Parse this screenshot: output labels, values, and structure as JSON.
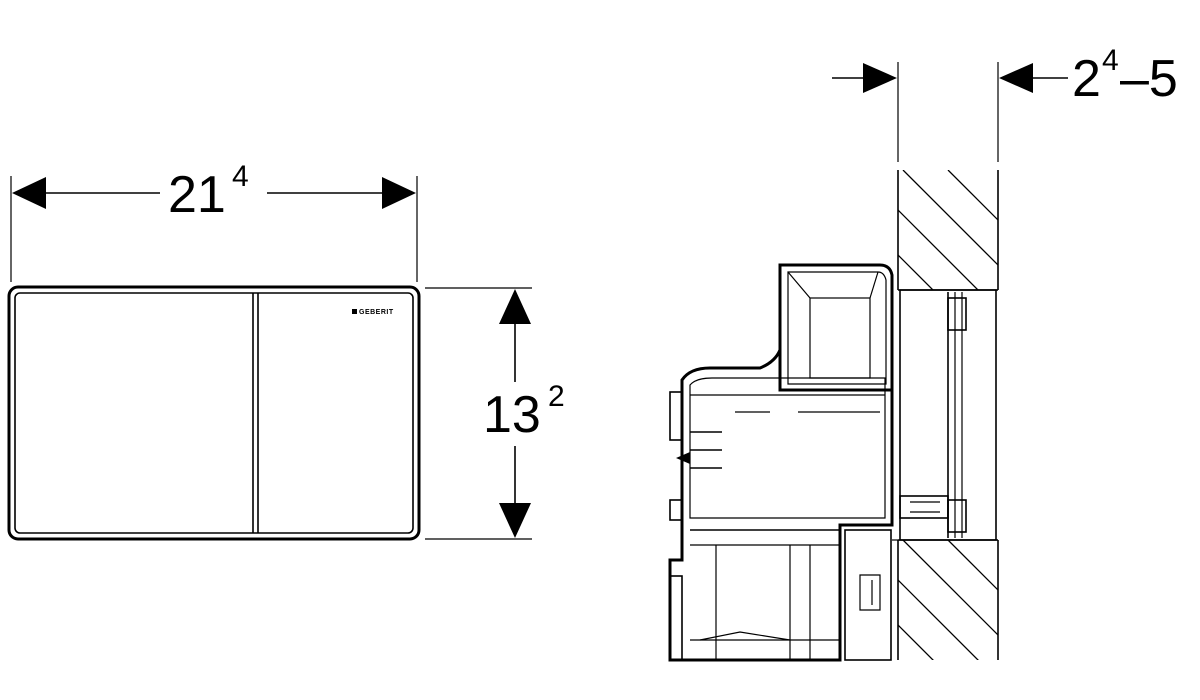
{
  "brand": {
    "logo_text": "GEBERIT"
  },
  "dimensions": {
    "width": {
      "main": "21",
      "sup": "4"
    },
    "height": {
      "main": "13",
      "sup": "2"
    },
    "depth": {
      "main": "2",
      "sup": "4",
      "suffix": "–5"
    }
  },
  "colors": {
    "line": "#000000",
    "background": "#ffffff"
  },
  "icons": {
    "arrow": "filled-triangle-arrowhead",
    "hatch": "section-hatch-wall"
  }
}
